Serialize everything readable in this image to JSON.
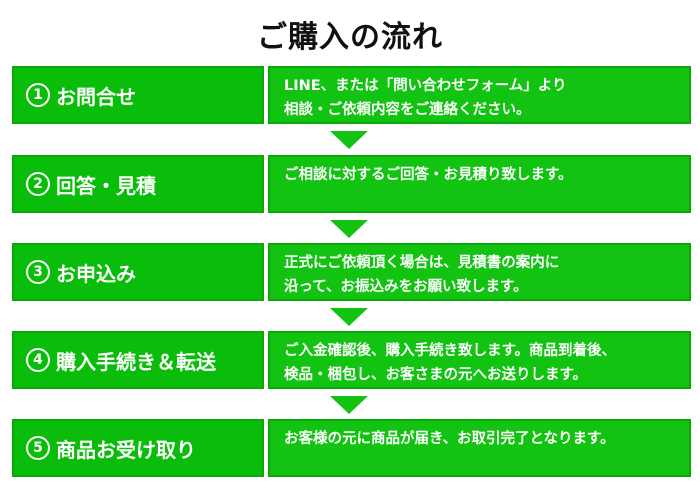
{
  "title": "ご購入の流れ",
  "steps": [
    {
      "num": "1",
      "label": "お問合せ",
      "text": [
        "LINE、または「問い合わせフォーム」より",
        "相談・ご依頼内容をご連絡ください。"
      ]
    },
    {
      "num": "2",
      "label": "回答・見積",
      "text": [
        "ご相談に対するご回答・お見積り致します。"
      ]
    },
    {
      "num": "3",
      "label": "お申込み",
      "text": [
        "正式にご依頼頂く場合は、見積書の案内に",
        "沿って、お振込みをお願い致します。"
      ]
    },
    {
      "num": "4",
      "label": "購入手続き＆転送",
      "text": [
        "ご入金確認後、購入手続き致します。商品到着後、",
        "検品・梱包し、お客さまの元へお送りします。"
      ]
    },
    {
      "num": "5",
      "label": "商品お受け取り",
      "text": [
        "お客様の元に商品が届き、お取引完了となります。"
      ]
    }
  ],
  "colors": {
    "green": "#12c312",
    "dark_green": "#0bbd0b",
    "text": "#ffffff"
  }
}
